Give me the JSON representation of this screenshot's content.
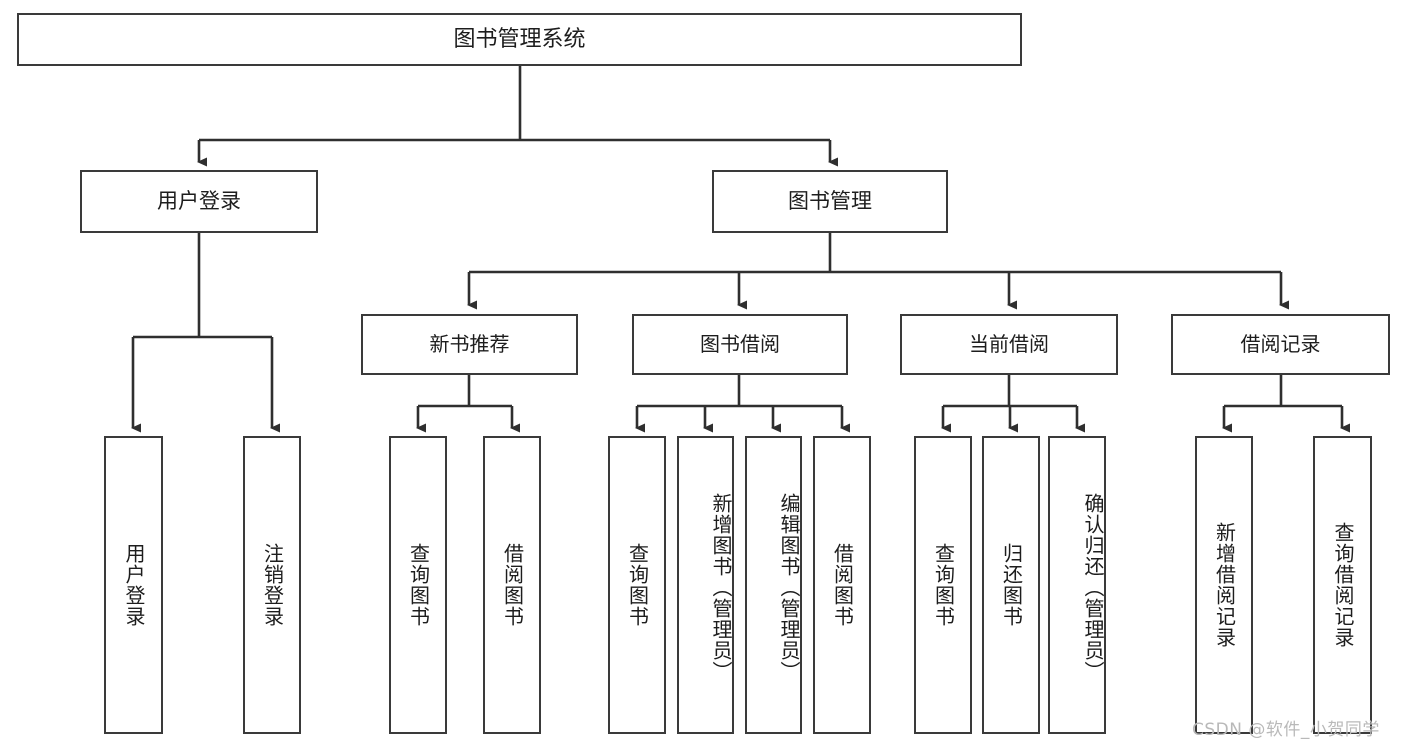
{
  "diagram": {
    "title": "图书管理系统",
    "type": "tree-hierarchy",
    "watermark": "CSDN @软件_小贺同学",
    "colors": {
      "box_border": "#3a3a3a",
      "box_fill": "#ffffff",
      "edge": "#2f2f2f",
      "text": "#1d1d1d",
      "watermark": "#b9b9b9"
    },
    "root": {
      "label": "图书管理系统"
    },
    "level1": [
      {
        "label": "用户登录"
      },
      {
        "label": "图书管理"
      }
    ],
    "level2": [
      {
        "label": "新书推荐"
      },
      {
        "label": "图书借阅"
      },
      {
        "label": "当前借阅"
      },
      {
        "label": "借阅记录"
      }
    ],
    "leaves": {
      "user_login": [
        {
          "label": "用户登录"
        },
        {
          "label": "注销登录"
        }
      ],
      "new_book_recommend": [
        {
          "label": "查询图书"
        },
        {
          "label": "借阅图书"
        }
      ],
      "book_borrow": [
        {
          "label": "查询图书"
        },
        {
          "label": "新增图书（管理员）"
        },
        {
          "label": "编辑图书（管理员）"
        },
        {
          "label": "借阅图书"
        }
      ],
      "current_borrow": [
        {
          "label": "查询图书"
        },
        {
          "label": "归还图书"
        },
        {
          "label": "确认归还（管理员）"
        }
      ],
      "borrow_record": [
        {
          "label": "新增借阅记录"
        },
        {
          "label": "查询借阅记录"
        }
      ]
    }
  }
}
